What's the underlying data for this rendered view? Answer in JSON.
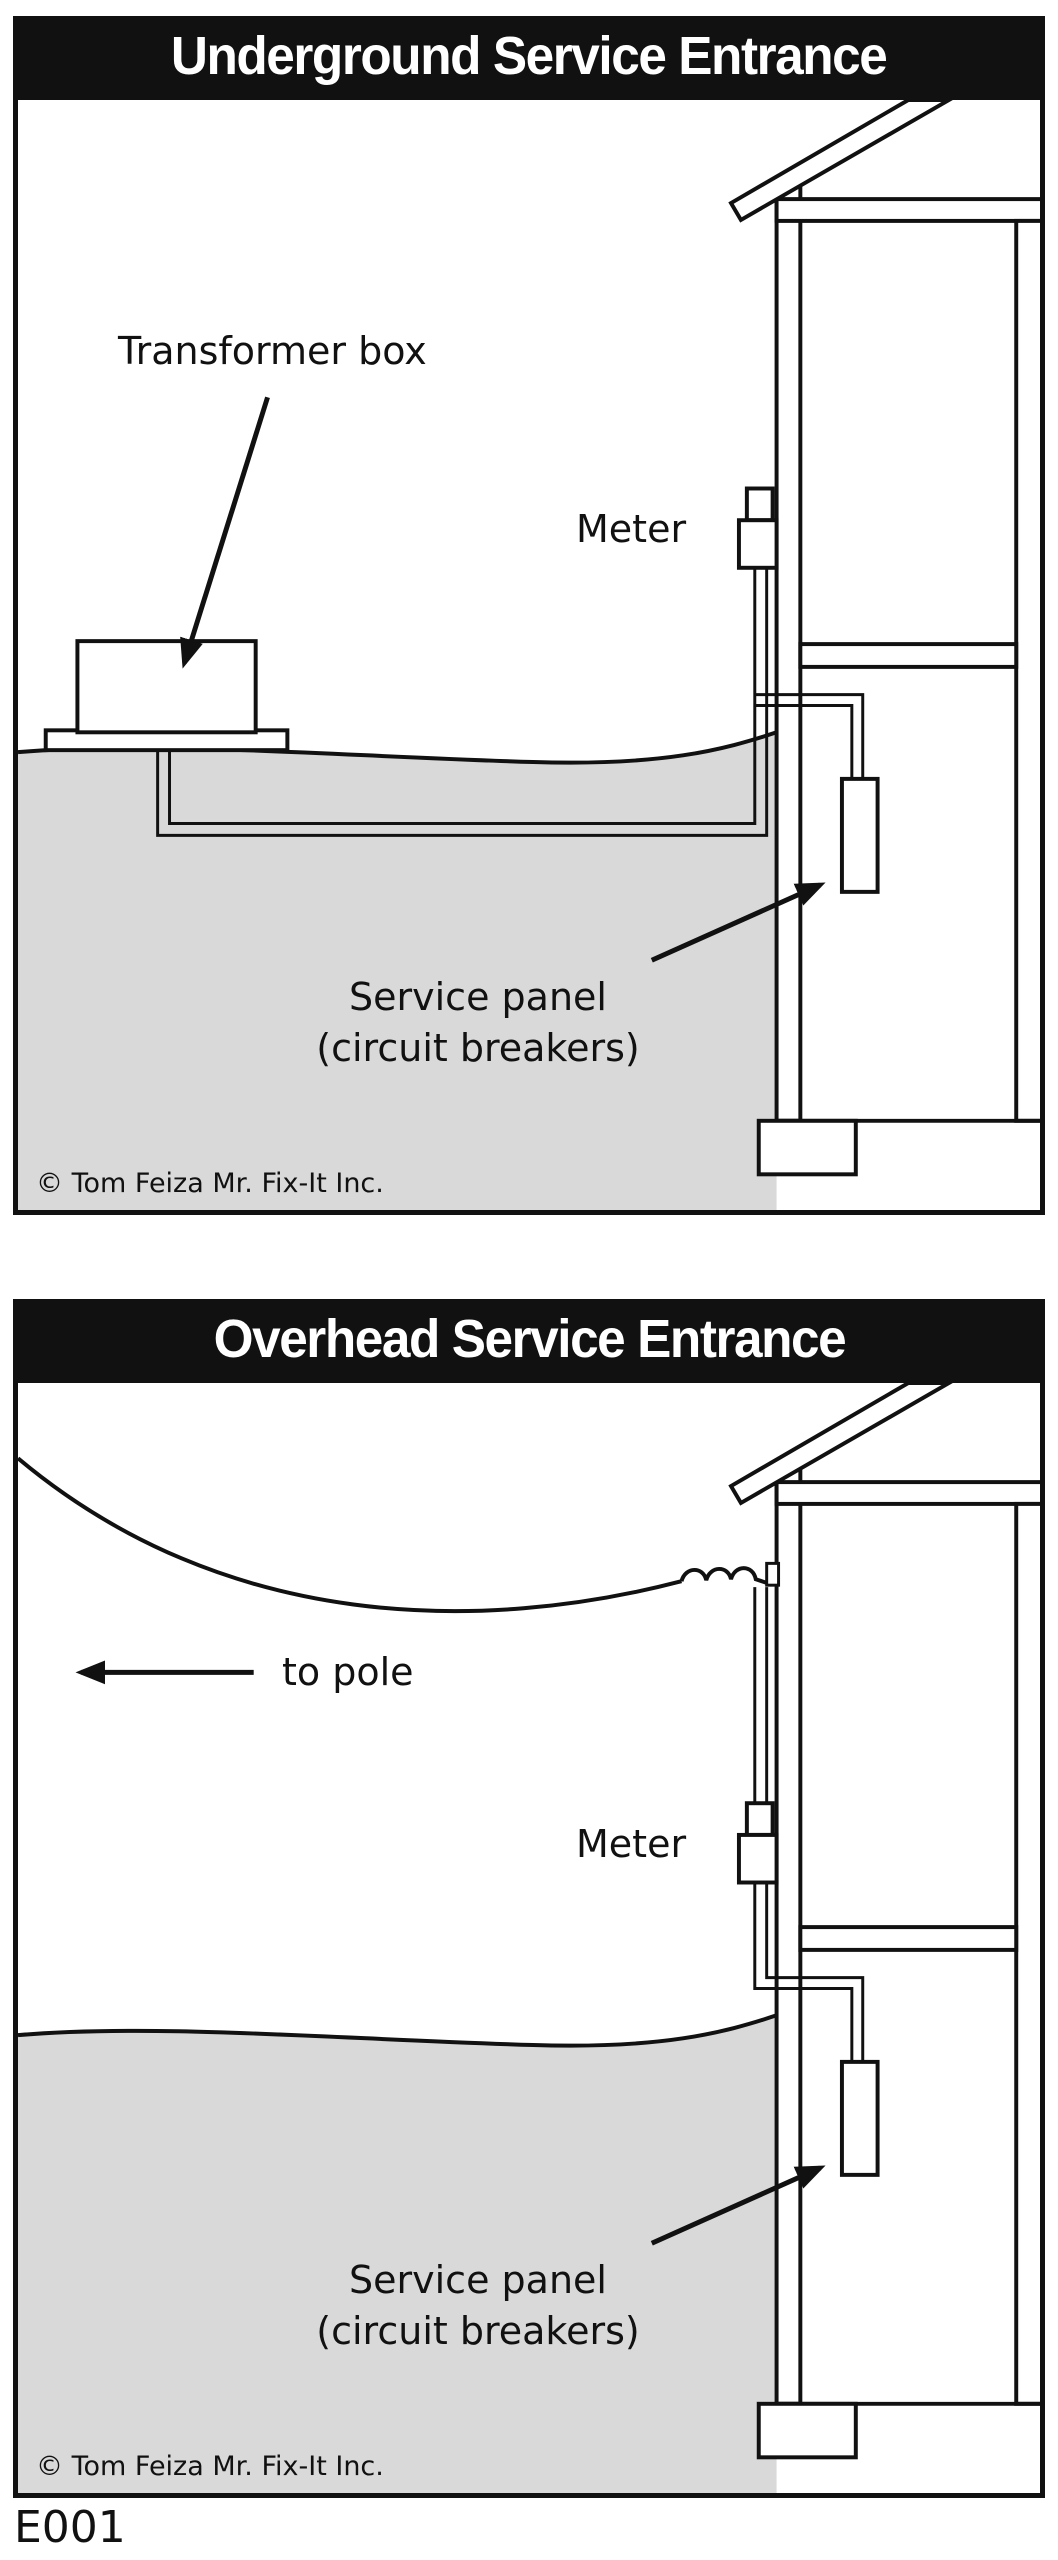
{
  "figure_code": "E001",
  "copyright": "© Tom Feiza Mr. Fix-It Inc.",
  "colors": {
    "ground_fill": "#d9d9d9",
    "line": "#111111",
    "title_bg": "#111111",
    "title_fg": "#ffffff"
  },
  "panels": [
    {
      "id": "underground",
      "title": "Underground Service Entrance",
      "labels": {
        "transformer": "Transformer box",
        "meter": "Meter",
        "service_panel": "Service panel\n(circuit breakers)"
      }
    },
    {
      "id": "overhead",
      "title": "Overhead Service Entrance",
      "labels": {
        "to_pole": "to pole",
        "meter": "Meter",
        "service_panel": "Service panel\n(circuit breakers)"
      }
    }
  ]
}
